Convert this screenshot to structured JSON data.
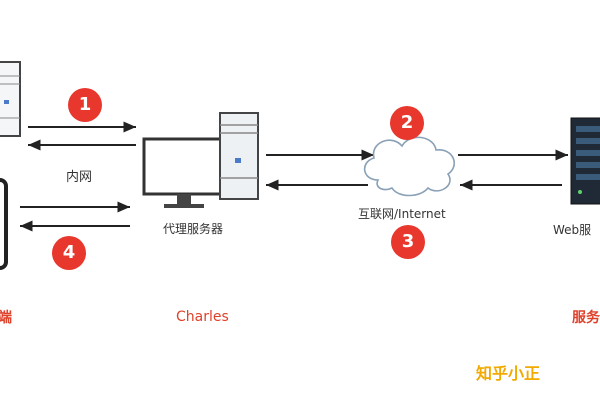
{
  "steps": [
    "1",
    "2",
    "3",
    "4"
  ],
  "labels": {
    "lan": "内网",
    "proxy_server": "代理服务器",
    "internet": "互联网/Internet",
    "web_server": "Web服",
    "client": "端",
    "charles": "Charles",
    "server": "服务"
  },
  "watermark": "知乎小正",
  "colors": {
    "badge": "#e8372c",
    "label_red": "#e0412b",
    "watermark": "#f2a900",
    "arrow": "#222222"
  }
}
